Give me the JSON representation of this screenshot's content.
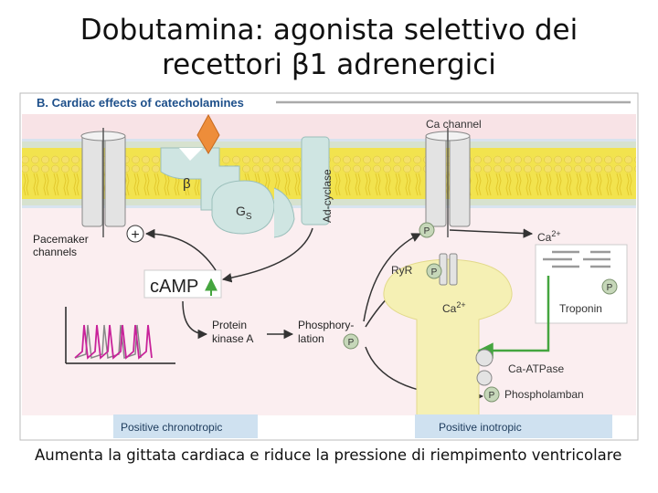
{
  "title": {
    "line1": "Dobutamina: agonista selettivo dei",
    "line2": "recettori β1 adrenergici"
  },
  "figure": {
    "panel_title": "B. Cardiac effects of catecholamines",
    "labels": {
      "ca_channel": "Ca channel",
      "beta_receptor": "β",
      "gs": "G",
      "gs_sub": "S",
      "ad_cyclase": "Ad-cyclase",
      "pacemaker_line1": "Pacemaker",
      "pacemaker_line2": "channels",
      "camp": "cAMP",
      "pka_line1": "Protein",
      "pka_line2": "kinase A",
      "phos_line1": "Phosphory-",
      "phos_line2": "lation",
      "ryr": "RyR",
      "ca2_out": "Ca",
      "ca2_in": "Ca",
      "ca_charge": "2+",
      "troponin": "Troponin",
      "ca_atpase": "Ca-ATPase",
      "phospholamban": "Phospholamban",
      "plus": "+",
      "p": "P",
      "box_chronotropic": "Positive chronotropic",
      "box_inotropic": "Positive inotropic"
    }
  },
  "caption": "Aumenta la gittata cardiaca e riduce la pressione di riempimento ventricolare",
  "colors": {
    "membrane": "#f2e34e",
    "pink_band": "#f8e3e6",
    "light_blue": "#cfe1f0",
    "sr_yellow": "#f5f0b4",
    "receptor_teal": "#cfe5e2",
    "catecholamine": "#ee8d3a",
    "green_arrow": "#45a53f",
    "magenta_trace": "#c8229a",
    "phospho_dot": "#c6d7b9"
  }
}
